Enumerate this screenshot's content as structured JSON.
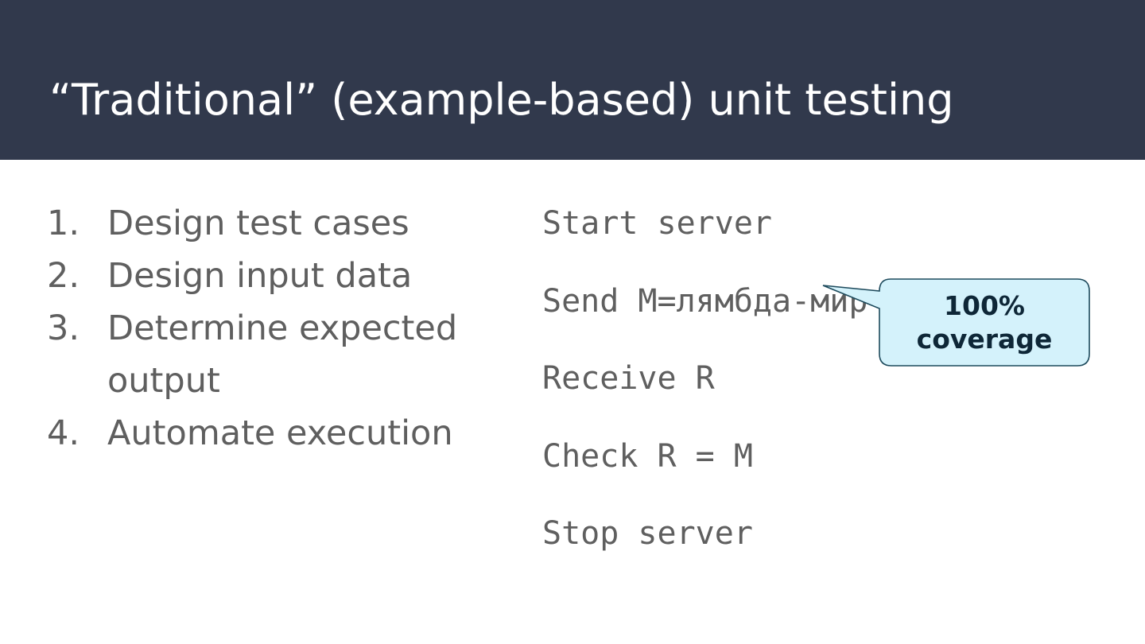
{
  "slide": {
    "title": "“Traditional” (example-based) unit testing",
    "steps": [
      {
        "number": "1.",
        "text": "Design test cases"
      },
      {
        "number": "2.",
        "text": "Design input data"
      },
      {
        "number": "3.",
        "text": "Determine expected output"
      },
      {
        "number": "4.",
        "text": "Automate execution"
      }
    ],
    "code_lines": [
      "Start server",
      "Send M=лямбда-мир",
      "Receive R",
      "Check R = M",
      "Stop server"
    ],
    "callout": {
      "line1": "100%",
      "line2": "coverage",
      "fill": "#d4f2fb",
      "border": "#1d4a5c"
    },
    "colors": {
      "header_bg": "#31394c",
      "body_text": "#5f5f5f",
      "title_text": "#ffffff"
    }
  }
}
